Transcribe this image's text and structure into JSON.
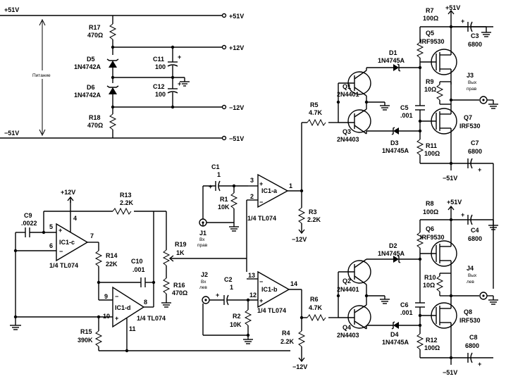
{
  "rails": {
    "p51_left": "+51V",
    "p51_right": "+51V",
    "p12": "+12V",
    "m12": "−12V",
    "m51_left": "−51V",
    "m51_right": "−51V",
    "power_label": "Питание"
  },
  "supply": {
    "R17": [
      "R17",
      "470Ω"
    ],
    "D5": [
      "D5",
      "1N4742A"
    ],
    "D6": [
      "D6",
      "1N4742A"
    ],
    "R18": [
      "R18",
      "470Ω"
    ],
    "C11": [
      "C11",
      "100"
    ],
    "C12": [
      "C12",
      "100"
    ]
  },
  "driver": {
    "C9": [
      "C9",
      ".0022"
    ],
    "IC1c": [
      "IC1-c",
      "1/4 TL074"
    ],
    "IC1d": [
      "IC1-d",
      "1/4 TL074"
    ],
    "R13": [
      "R13",
      "2.2K"
    ],
    "R14": [
      "R14",
      "22K"
    ],
    "R15": [
      "R15",
      "390K"
    ],
    "C10": [
      "C10",
      ".001"
    ],
    "R19": [
      "R19",
      "1K"
    ],
    "R16": [
      "R16",
      "470Ω"
    ],
    "p12": "+12V",
    "pins_c": [
      "5",
      "6",
      "7",
      "4"
    ],
    "pins_d": [
      "9",
      "10",
      "8",
      "11"
    ]
  },
  "inputs": {
    "C1": [
      "C1",
      "1"
    ],
    "R1": [
      "R1",
      "10K"
    ],
    "J1": [
      "J1",
      "Вх",
      "прав"
    ],
    "IC1a": [
      "IC1-a",
      "1/4 TL074"
    ],
    "pins_a": [
      "3",
      "2",
      "1"
    ],
    "R3": [
      "R3",
      "2.2K"
    ],
    "m12_top": "−12V",
    "J2": [
      "J2",
      "Вх",
      "лев"
    ],
    "C2": [
      "C2",
      "1"
    ],
    "R2": [
      "R2",
      "10K"
    ],
    "IC1b": [
      "IC1-b",
      "1/4 TL074"
    ],
    "pins_b": [
      "13",
      "12",
      "14"
    ],
    "R4": [
      "R4",
      "2.2K"
    ],
    "m12_bottom": "−12V"
  },
  "upper_stage": {
    "R5": [
      "R5",
      "4.7K"
    ],
    "Q1": [
      "Q1",
      "2N4401"
    ],
    "Q3": [
      "Q3",
      "2N4403"
    ],
    "D1": [
      "D1",
      "1N4745A"
    ],
    "D3": [
      "D3",
      "1N4745A"
    ],
    "C5": [
      "C5",
      ".001"
    ],
    "R7": [
      "R7",
      "100Ω"
    ],
    "R9": [
      "R9",
      "10Ω"
    ],
    "R11": [
      "R11",
      "100Ω"
    ],
    "Q5": [
      "Q5",
      "IRF9530"
    ],
    "Q7": [
      "Q7",
      "IRF530"
    ],
    "C3": [
      "C3",
      "6800"
    ],
    "C7": [
      "C7",
      "6800"
    ],
    "J3": [
      "J3",
      "Вых",
      "прав"
    ],
    "p51": "+51V",
    "m51": "−51V"
  },
  "lower_stage": {
    "R6": [
      "R6",
      "4.7K"
    ],
    "Q2": [
      "Q2",
      "2N4401"
    ],
    "Q4": [
      "Q4",
      "2N4403"
    ],
    "D2": [
      "D2",
      "1N4745A"
    ],
    "D4": [
      "D4",
      "1N4745A"
    ],
    "C6": [
      "C6",
      ".001"
    ],
    "R8": [
      "R8",
      "100Ω"
    ],
    "R10": [
      "R10",
      "10Ω"
    ],
    "R12": [
      "R12",
      "100Ω"
    ],
    "Q6": [
      "Q6",
      "IRF9530"
    ],
    "Q8": [
      "Q8",
      "IRF530"
    ],
    "C4": [
      "C4",
      "6800"
    ],
    "C8": [
      "C8",
      "6800"
    ],
    "J4": [
      "J4",
      "Вых",
      "лев"
    ],
    "p51": "+51V",
    "m51": "−51V"
  }
}
